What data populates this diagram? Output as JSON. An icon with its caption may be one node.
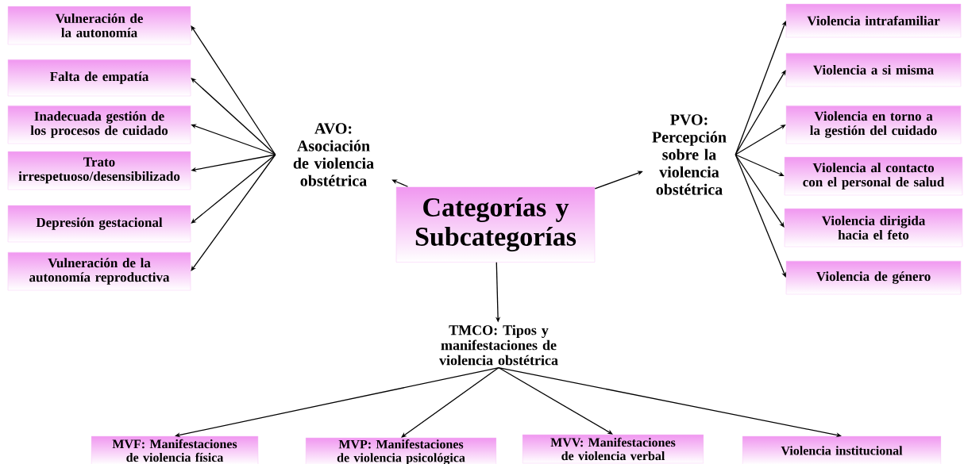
{
  "diagram": {
    "nodes": [
      {
        "text": [
          "Categorías y Subcategorías"
        ]
      },
      {
        "text": [
          "AVO: Asociación de violencia obstétrica"
        ]
      },
      {
        "text": [
          "PVO: Percepción sobre la violencia obstétrica"
        ]
      },
      {
        "text": [
          "TMCO: Tipos y manifestaciones de violencia obstétrica"
        ]
      },
      {
        "text": [
          "Vulneración de la autonomía"
        ]
      },
      {
        "text": [
          "Falta de empatía"
        ]
      },
      {
        "text": [
          "Inadecuada gestión de los procesos de cuidado"
        ]
      },
      {
        "text": [
          "Trato irrespetuoso/desensibilizado"
        ]
      },
      {
        "text": [
          "Depresión gestacional"
        ]
      },
      {
        "text": [
          "Vulneración de la autonomía reproductiva"
        ]
      },
      {
        "text": [
          "Violencia intrafamiliar"
        ]
      },
      {
        "text": [
          "Violencia a si misma"
        ]
      },
      {
        "text": [
          "Violencia en torno a la gestión del cuidado"
        ]
      },
      {
        "text": [
          "Violencia al contacto con el personal de salud"
        ]
      },
      {
        "text": [
          "Violencia dirigida hacia el feto"
        ]
      },
      {
        "text": [
          "Violencia de género"
        ]
      },
      {
        "text": [
          "MVF: Manifestaciones de violencia física"
        ]
      },
      {
        "text": [
          "MVP: Manifestaciones de violencia psicológica"
        ]
      },
      {
        "text": [
          "MVV: Manifestaciones de violencia verbal"
        ]
      },
      {
        "text": [
          "Violencia institucional"
        ]
      }
    ],
    "edges": [
      {
        "from": 0,
        "to": 1,
        "arrow": "to"
      },
      {
        "from": 0,
        "to": 2,
        "arrow": "to"
      },
      {
        "from": 0,
        "to": 3,
        "arrow": "to"
      },
      {
        "from": 1,
        "to": 4,
        "arrow": "to"
      },
      {
        "from": 1,
        "to": 5,
        "arrow": "to"
      },
      {
        "from": 1,
        "to": 6,
        "arrow": "to"
      },
      {
        "from": 1,
        "to": 7,
        "arrow": "to"
      },
      {
        "from": 1,
        "to": 8,
        "arrow": "to"
      },
      {
        "from": 1,
        "to": 9,
        "arrow": "to"
      },
      {
        "from": 2,
        "to": 10,
        "arrow": "to"
      },
      {
        "from": 2,
        "to": 11,
        "arrow": "to"
      },
      {
        "from": 2,
        "to": 12,
        "arrow": "to"
      },
      {
        "from": 2,
        "to": 13,
        "arrow": "to"
      },
      {
        "from": 2,
        "to": 14,
        "arrow": "to"
      },
      {
        "from": 2,
        "to": 15,
        "arrow": "to"
      },
      {
        "from": 3,
        "to": 16,
        "arrow": "to"
      },
      {
        "from": 3,
        "to": 17,
        "arrow": "to"
      },
      {
        "from": 3,
        "to": 18,
        "arrow": "to"
      },
      {
        "from": 3,
        "to": 19,
        "arrow": "to"
      }
    ]
  }
}
